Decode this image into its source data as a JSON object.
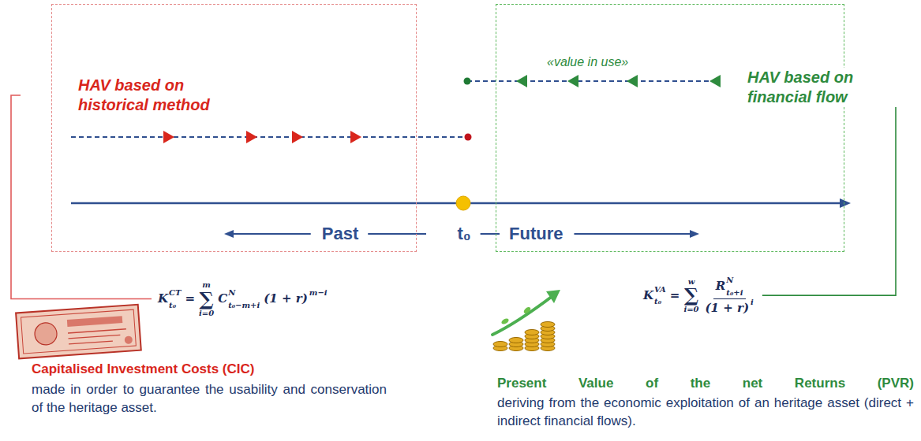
{
  "diagram": {
    "nodes": [
      {
        "text": [
          "HAV based on historical method"
        ]
      },
      {
        "text": [
          "«value in use»",
          "HAV based on financial flow"
        ]
      }
    ],
    "labels": [
      "Past",
      "t₀",
      "Future",
      "K",
      "CT",
      "t₀",
      "=",
      "∑",
      "m",
      "i=0",
      "C",
      "N",
      "t₀−m+i",
      "(1 + r)",
      "m−i",
      "K",
      "VA",
      "t₀",
      "=",
      "∑",
      "w",
      "i=0",
      "R",
      "N",
      "t₀+i",
      "(1 + r)",
      "i",
      "Capitalised Investment Costs (CIC)",
      "made in order to guarantee the usability and conservation of the heritage asset.",
      "Present Value of the net Returns (PVR)",
      "deriving from the economic exploitation of an heritage asset (direct + indirect financial flows)."
    ]
  }
}
